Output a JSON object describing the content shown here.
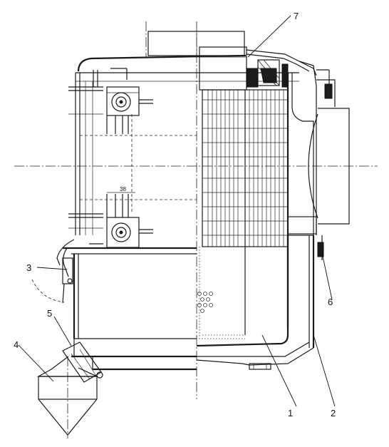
{
  "drawing": {
    "dimension_text": "38",
    "callouts": [
      {
        "id": "callout-1",
        "text": "1"
      },
      {
        "id": "callout-2",
        "text": "2"
      },
      {
        "id": "callout-3",
        "text": "3"
      },
      {
        "id": "callout-4",
        "text": "4"
      },
      {
        "id": "callout-5",
        "text": "5"
      },
      {
        "id": "callout-6",
        "text": "6"
      },
      {
        "id": "callout-7",
        "text": "7"
      }
    ]
  }
}
